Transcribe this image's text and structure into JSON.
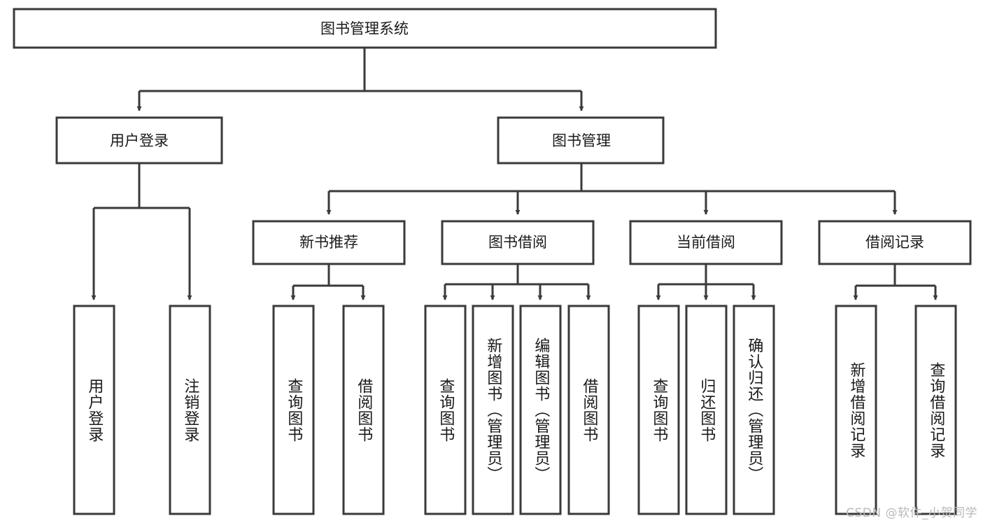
{
  "diagram": {
    "title": "图书管理系统",
    "type": "tree",
    "root": {
      "label": "图书管理系统"
    },
    "level2": [
      {
        "id": "user-login",
        "label": "用户登录"
      },
      {
        "id": "book-manage",
        "label": "图书管理"
      }
    ],
    "level3": [
      {
        "id": "new-book-recommend",
        "label": "新书推荐",
        "parent": "book-manage"
      },
      {
        "id": "book-borrow",
        "label": "图书借阅",
        "parent": "book-manage"
      },
      {
        "id": "current-borrow",
        "label": "当前借阅",
        "parent": "book-manage"
      },
      {
        "id": "borrow-record",
        "label": "借阅记录",
        "parent": "book-manage"
      }
    ],
    "leaves": {
      "user_login": [
        {
          "id": "leaf-user-login",
          "label": "用户登录"
        },
        {
          "id": "leaf-logout-login",
          "label": "注销登录"
        }
      ],
      "new_book_recommend": [
        {
          "id": "leaf-query-book-1",
          "label": "查询图书"
        },
        {
          "id": "leaf-borrow-book-1",
          "label": "借阅图书"
        }
      ],
      "book_borrow": [
        {
          "id": "leaf-query-book-2",
          "label": "查询图书"
        },
        {
          "id": "leaf-add-book",
          "label": "新增图书（管理员）"
        },
        {
          "id": "leaf-edit-book",
          "label": "编辑图书（管理员）"
        },
        {
          "id": "leaf-borrow-book-2",
          "label": "借阅图书"
        }
      ],
      "current_borrow": [
        {
          "id": "leaf-query-book-3",
          "label": "查询图书"
        },
        {
          "id": "leaf-return-book",
          "label": "归还图书"
        },
        {
          "id": "leaf-confirm-return",
          "label": "确认归还（管理员）"
        }
      ],
      "borrow_record": [
        {
          "id": "leaf-add-record",
          "label": "新增借阅记录"
        },
        {
          "id": "leaf-query-record",
          "label": "查询借阅记录"
        }
      ]
    }
  },
  "watermark": {
    "text": "CSDN @软件_小贺同学"
  },
  "colors": {
    "stroke": "#3a3a3a",
    "box_fill": "#ffffff",
    "text": "#1a1a1a",
    "background": "#ffffff",
    "watermark": "#b9b9b9"
  }
}
